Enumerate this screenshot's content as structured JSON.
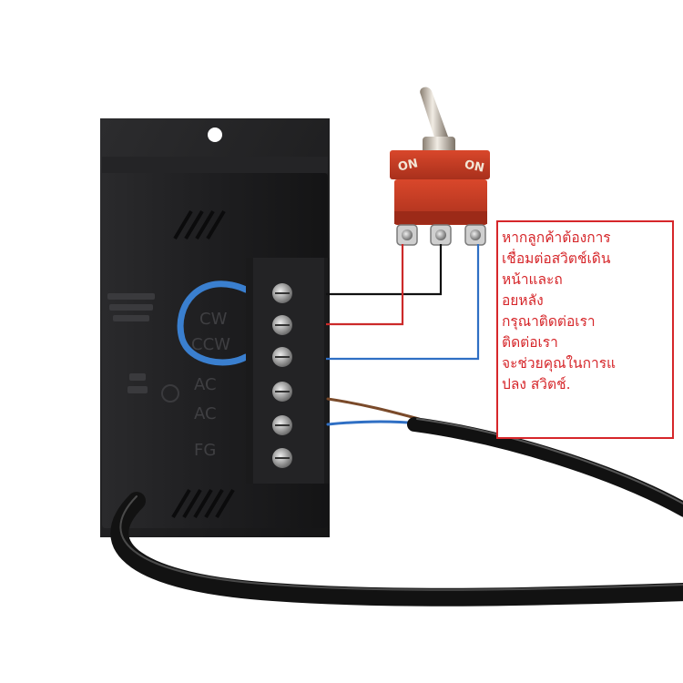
{
  "instruction_note": {
    "lines": [
      "หากลูกค้าต้องการ",
      "เชื่อมต่อสวิตช์เดิน",
      "หน้าและถ",
      "อยหลัง",
      "กรุณาติดต่อเรา",
      "ติดต่อเรา",
      "จะช่วยคุณในการแ",
      "ปลง  สวิตช์."
    ],
    "color": "#d6262a"
  },
  "controller_panel": {
    "body_color": "#1c1c1e",
    "printed_labels": [
      "CW",
      "CCW",
      "AC",
      "AC",
      "FG"
    ],
    "terminal_count": 6
  },
  "toggle_switch": {
    "body_color": "#c8361f",
    "markings": [
      "ON",
      "ON"
    ]
  },
  "wires": {
    "black": "#111111",
    "red": "#cc2a2a",
    "blue": "#2f6fc4",
    "brown": "#7a4a2a",
    "jumper": "#3a7fcf"
  }
}
